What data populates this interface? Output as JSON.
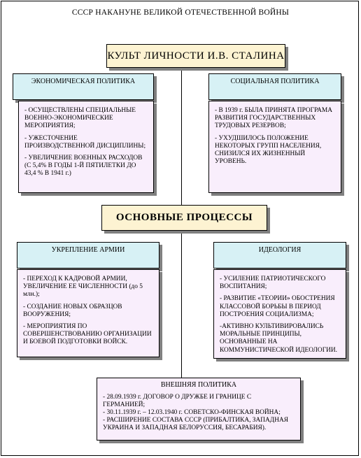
{
  "title": "СССР НАКАНУНЕ ВЕЛИКОЙ ОТЕЧЕСТВЕННОЙ ВОЙНЫ",
  "cult": "КУЛЬТ ЛИЧНОСТИ И.В. СТАЛИНА",
  "economic": {
    "header": "ЭКОНОМИЧЕСКАЯ ПОЛИТИКА",
    "items": [
      "- ОСУЩЕСТВЛЕНЫ СПЕЦИАЛЬНЫЕ ВОЕННО-ЭКОНОМИЧЕСКИЕ МЕРОПРИЯТИЯ;",
      "- УЖЕСТОЧЕНИЕ ПРОИЗВОДСТВЕННОЙ ДИСЦИПЛИНЫ;",
      "- УВЕЛИЧЕНИЕ ВОЕННЫХ РАСХОДОВ (С 5,4% В ГОДЫ 1-Й ПЯТИЛЕТКИ ДО 43,4 % В 1941 г.)"
    ]
  },
  "social": {
    "header": "СОЦИАЛЬНАЯ ПОЛИТИКА",
    "items": [
      "- В 1939 г. БЫЛА ПРИНЯТА ПРОГРАМА РАЗВИТИЯ ГОСУДАРСТВЕННЫХ ТРУДОВЫХ РЕЗЕРВОВ;",
      "- УХУДШИЛОСЬ ПОЛОЖЕНИЕ НЕКОТОРЫХ ГРУПП НАСЕЛЕНИЯ, СНИЗИЛСЯ ИХ ЖИЗНЕННЫЙ УРОВЕНЬ."
    ]
  },
  "processes": "ОСНОВНЫЕ ПРОЦЕССЫ",
  "army": {
    "header": "УКРЕПЛЕНИЕ АРМИИ",
    "items": [
      "- ПЕРЕХОД К КАДРОВОЙ АРМИИ, УВЕЛИЧЕНИЕ ЕЕ ЧИСЛЕННОСТИ (до 5 млн.);",
      "- СОЗДАНИЕ НОВЫХ ОБРАЗЦОВ ВООРУЖЕНИЯ;",
      "- МЕРОПРИЯТИЯ ПО СОВЕРШЕНСТВОВАНИЮ ОРГАНИЗАЦИИ И БОЕВОЙ ПОДГОТОВКИ ВОЙСК."
    ]
  },
  "ideology": {
    "header": "ИДЕОЛОГИЯ",
    "items": [
      "- УСИЛЕНИЕ ПАТРИОТИЧЕСКОГО ВОСПИТАНИЯ;",
      "- РАЗВИТИЕ «ТЕОРИИ» ОБОСТРЕНИЯ КЛАССОВОЙ БОРЬБЫ В ПЕРИОД ПОСТРОЕНИЯ СОЦИАЛИЗМА;",
      "-АКТИВНО КУЛЬТИВИРОВАЛИСЬ МОРАЛЬНЫЕ ПРИНЦИПЫ, ОСНОВАННЫЕ НА КОММУНИСТИЧЕСКОЙ ИДЕОЛОГИИ."
    ]
  },
  "foreign": {
    "header": "ВНЕШНЯЯ ПОЛИТИКА",
    "items": [
      "- 28.09.1939 г. ДОГОВОР О ДРУЖБЕ И ГРАНИЦЕ С ГЕРМАНИЕЙ;",
      "- 30.11.1939 г. – 12.03.1940 г. СОВЕТСКО-ФИНСКАЯ ВОЙНА;",
      "- РАСШИРЕНИЕ СОСТАВА СССР (ПРИБАЛТИКА, ЗАПАДНАЯ УКРАИНА И ЗАПАДНАЯ БЕЛОРУССИЯ, БЕСАРАБИЯ)."
    ]
  }
}
